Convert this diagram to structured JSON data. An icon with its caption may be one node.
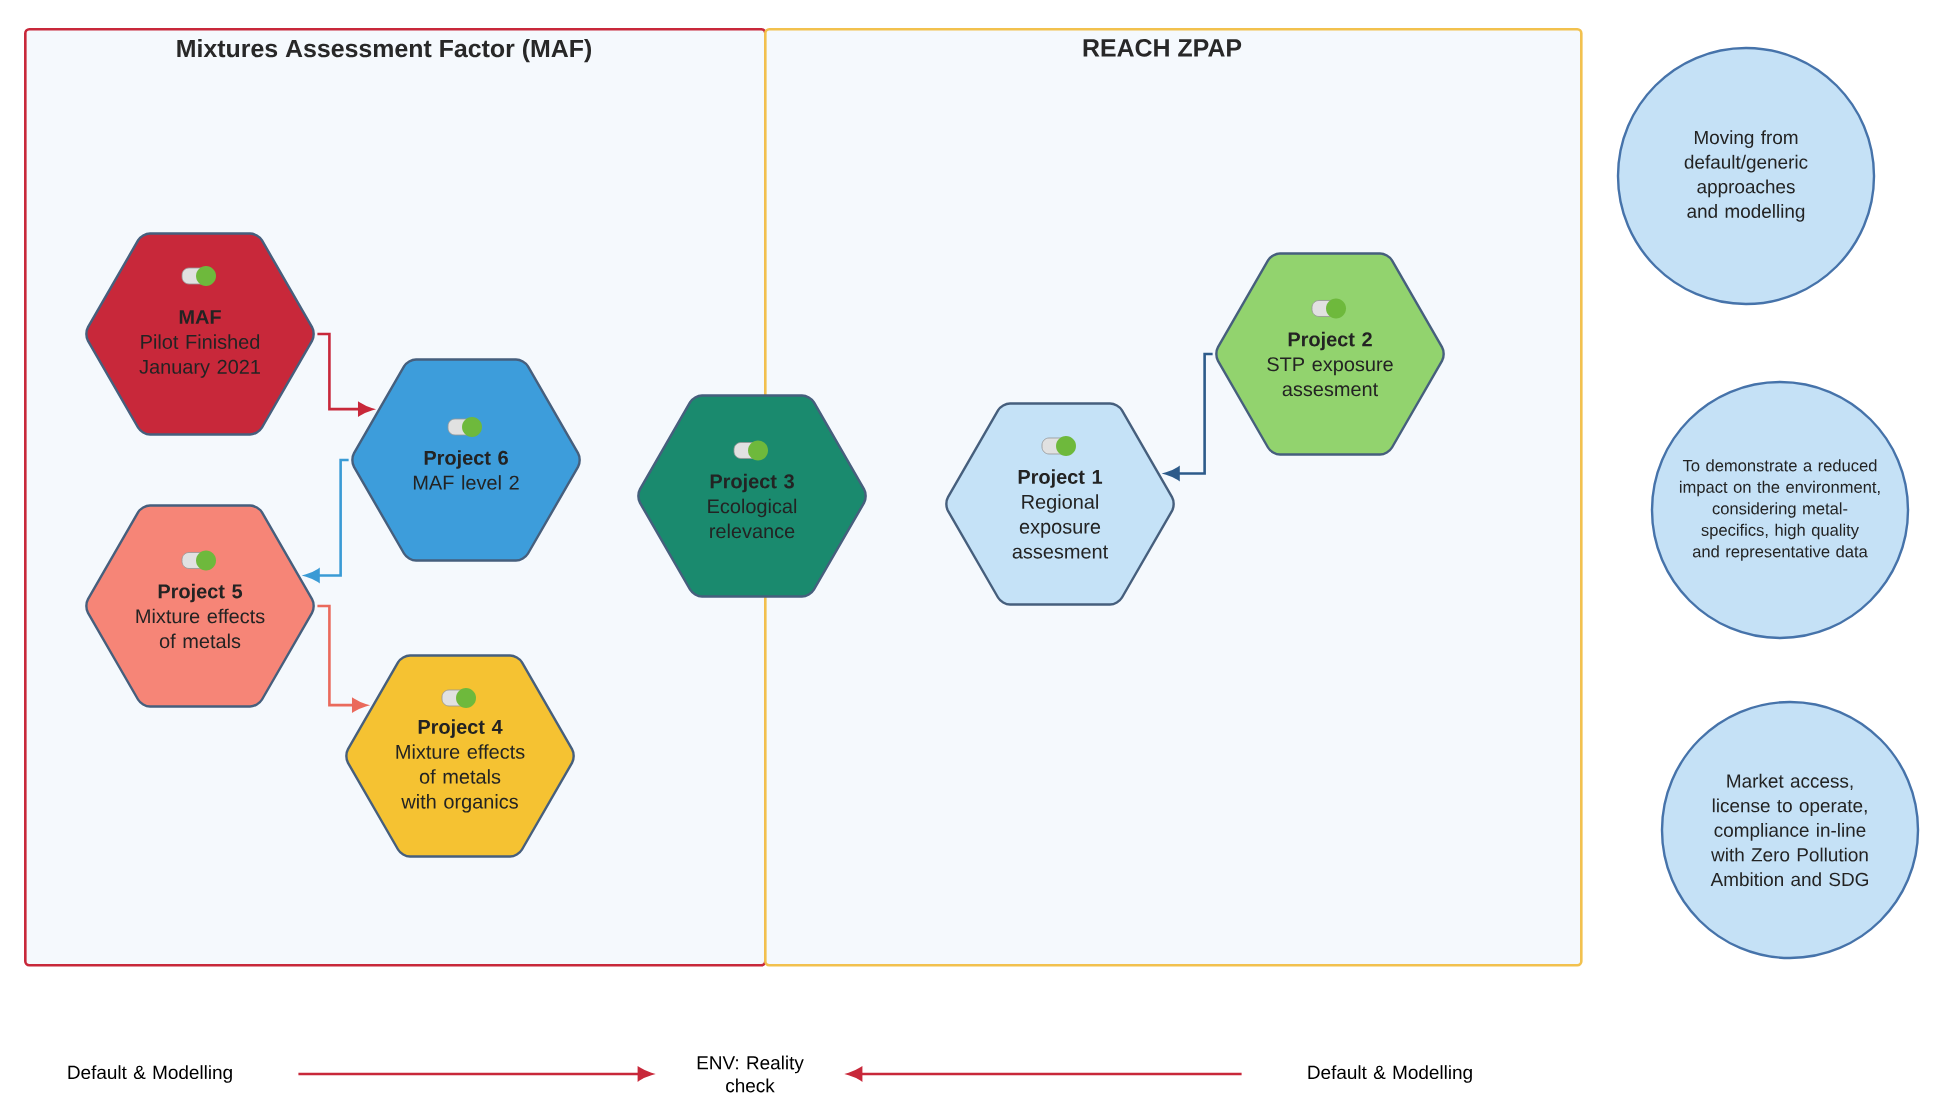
{
  "diagram": {
    "nodes": [
      {
        "text": [
          "Mixtures Assessment Factor (MAF)"
        ]
      },
      {
        "text": [
          "REACH ZPAP"
        ]
      },
      {
        "text": [
          "MAF",
          "Pilot Finished January 2021"
        ],
        "in": 0
      },
      {
        "text": [
          "Project 6",
          "MAF level 2"
        ],
        "in": 0
      },
      {
        "text": [
          "Project 5",
          "Mixture effects of metals"
        ],
        "in": 0
      },
      {
        "text": [
          "Project 4",
          "Mixture effects of metals with organics"
        ],
        "in": 0
      },
      {
        "text": [
          "Project 3",
          "Ecological relevance"
        ]
      },
      {
        "text": [
          "Project 1",
          "Regional exposure assesment"
        ],
        "in": 1
      },
      {
        "text": [
          "Project 2",
          "STP exposure assesment"
        ],
        "in": 1
      },
      {
        "text": [
          "Moving from default/generic approaches and modelling"
        ]
      },
      {
        "text": [
          "To demonstrate a reduced impact on the environment, considering metal-specifics, high quality and representative data"
        ]
      },
      {
        "text": [
          "Market access, license to operate, compliance in-line with Zero Pollution Ambition and SDG"
        ]
      },
      {
        "text": [
          "Default & Modelling"
        ]
      },
      {
        "text": [
          "ENV: Reality check"
        ]
      },
      {
        "text": [
          "Default & Modelling"
        ]
      }
    ],
    "edges": [
      {
        "from": 2,
        "to": 3,
        "arrow": "to"
      },
      {
        "from": 3,
        "to": 4,
        "arrow": "to",
        "color": "#3a9bd5"
      },
      {
        "from": 4,
        "to": 5,
        "arrow": "to",
        "color": "#ea6a5c"
      },
      {
        "from": 8,
        "to": 7,
        "arrow": "to",
        "color": "#2d5b8a"
      },
      {
        "from": 12,
        "to": 13,
        "arrow": "to"
      },
      {
        "from": 14,
        "to": 13,
        "arrow": "to"
      }
    ]
  }
}
